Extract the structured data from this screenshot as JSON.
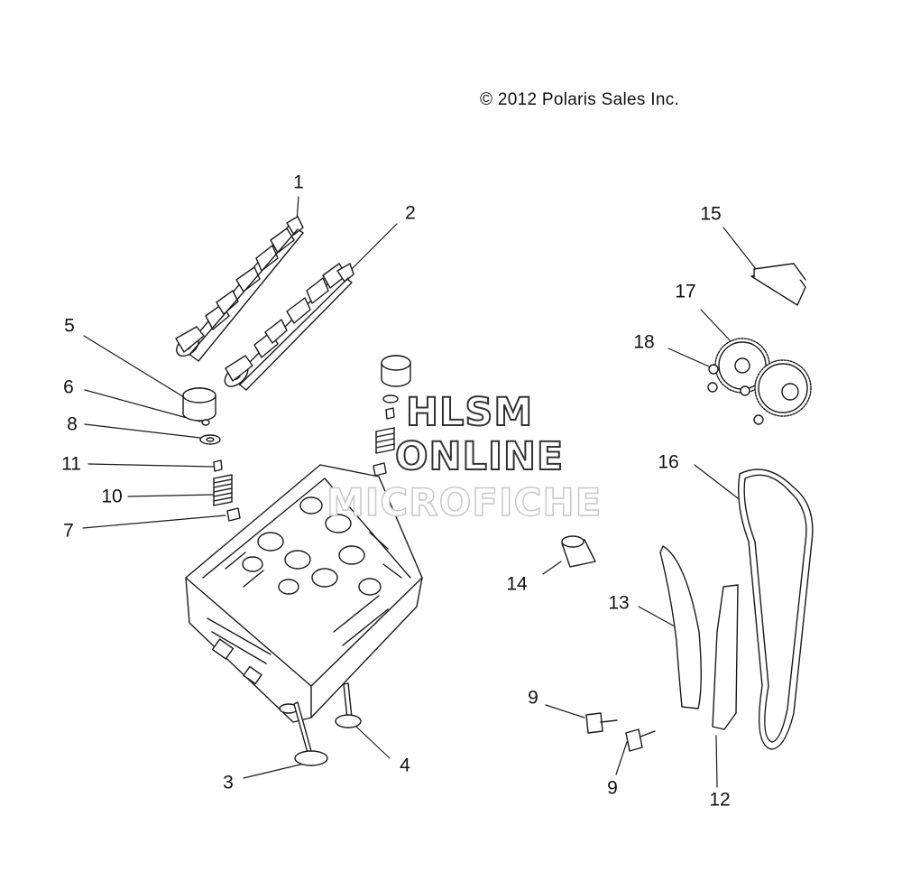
{
  "copyright": "© 2012 Polaris Sales Inc.",
  "watermark": {
    "line1": "HLSM",
    "line2": "ONLINE",
    "line3": "MICROFICHE"
  },
  "callouts": {
    "c1": "1",
    "c2": "2",
    "c3": "3",
    "c4": "4",
    "c5": "5",
    "c6": "6",
    "c7": "7",
    "c8": "8",
    "c9a": "9",
    "c9b": "9",
    "c10": "10",
    "c11": "11",
    "c12": "12",
    "c13": "13",
    "c14": "14",
    "c15": "15",
    "c16": "16",
    "c17": "17",
    "c18": "18"
  },
  "colors": {
    "line": "#1a1a1a",
    "part_fill": "#ffffff",
    "watermark_outline": "#333333",
    "watermark_faint": "#c8c8c8"
  }
}
